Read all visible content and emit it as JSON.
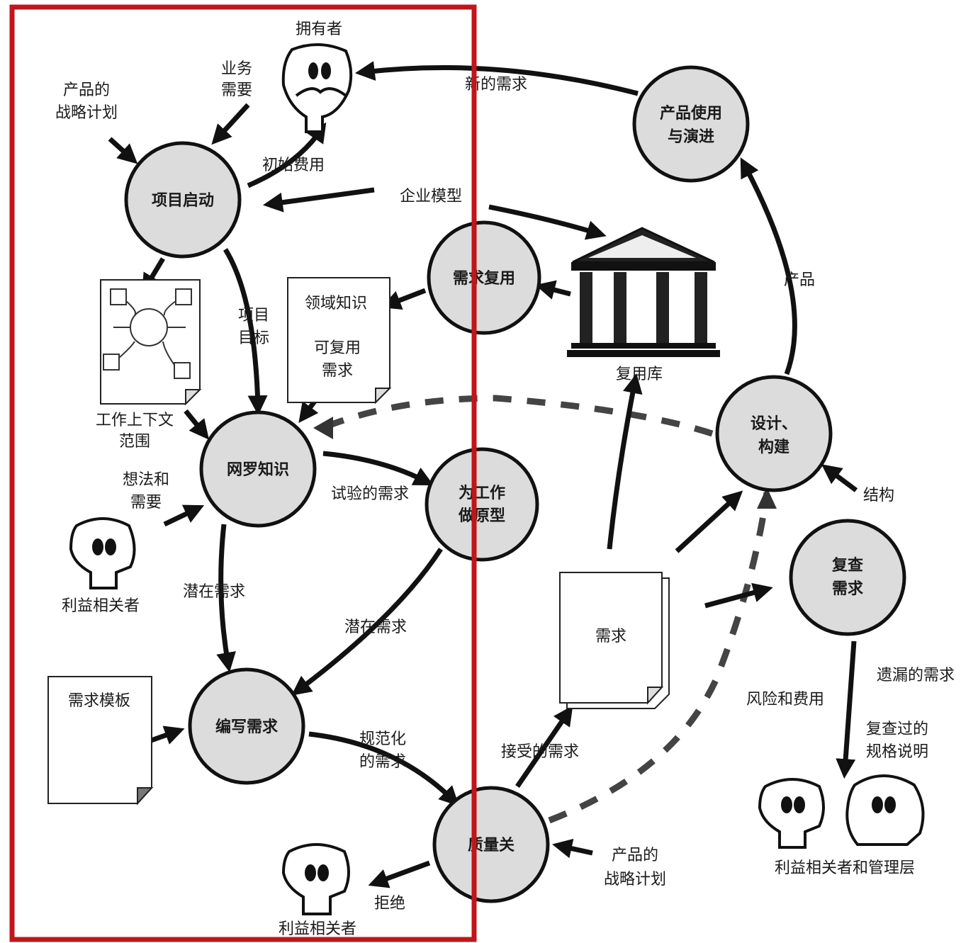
{
  "nodes": {
    "project_start": "项目启动",
    "gather_knowledge": "网罗知识",
    "prototype": [
      "为工作",
      "做原型"
    ],
    "write_requirements": "编写需求",
    "quality_gate": "质量关",
    "requirements_reuse": "需求复用",
    "product_use": [
      "产品使用",
      "与演进"
    ],
    "design_build": [
      "设计、",
      "构建"
    ],
    "review_requirements": [
      "复查",
      "需求"
    ]
  },
  "documents": {
    "domain_knowledge": "领域知识",
    "reusable_requirements": [
      "可复用",
      "需求"
    ],
    "requirements_template": "需求模板",
    "requirements_doc": "需求"
  },
  "actors": {
    "owner": "拥有者",
    "stakeholder_left": "利益相关者",
    "stakeholder_bottom": "利益相关者",
    "stakeholders_mgmt": "利益相关者和管理层",
    "reuse_library": "复用库"
  },
  "flows": {
    "product_strategy_top": [
      "产品的",
      "战略计划"
    ],
    "business_needs": [
      "业务",
      "需要"
    ],
    "initial_cost": "初始费用",
    "new_requirements": "新的需求",
    "enterprise_model": "企业模型",
    "project_goals": [
      "项目",
      "目标"
    ],
    "work_context": [
      "工作上下文",
      "范围"
    ],
    "ideas_needs": [
      "想法和",
      "需要"
    ],
    "trial_requirements": "试验的需求",
    "potential_req_left": "潜在需求",
    "potential_req_right": "潜在需求",
    "formal_requirements": [
      "规范化",
      "的需求"
    ],
    "accepted_requirements": "接受的需求",
    "rejected": "拒绝",
    "product_strategy_bottom": [
      "产品的",
      "战略计划"
    ],
    "product": "产品",
    "architecture": "结构",
    "risk_cost": "风险和费用",
    "missing_requirements": "遗漏的需求",
    "reviewed_spec": [
      "复查过的",
      "规格说明"
    ]
  },
  "highlight_color": "#c0161b"
}
